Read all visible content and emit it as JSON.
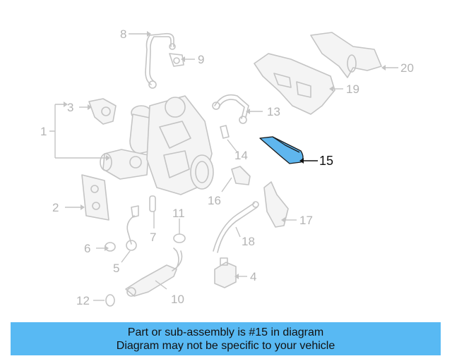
{
  "diagram": {
    "highlighted_callout": "15",
    "callouts": [
      "1",
      "2",
      "3",
      "4",
      "5",
      "6",
      "7",
      "8",
      "9",
      "10",
      "11",
      "12",
      "13",
      "14",
      "15",
      "16",
      "17",
      "18",
      "19",
      "20"
    ],
    "colors": {
      "highlight": "#5fb6ee",
      "banner": "#58b9f3",
      "linework": "#c4c4c4"
    }
  },
  "banner": {
    "line1": "Part or sub-assembly is #15 in diagram",
    "line2": "Diagram may not be specific to your vehicle"
  }
}
